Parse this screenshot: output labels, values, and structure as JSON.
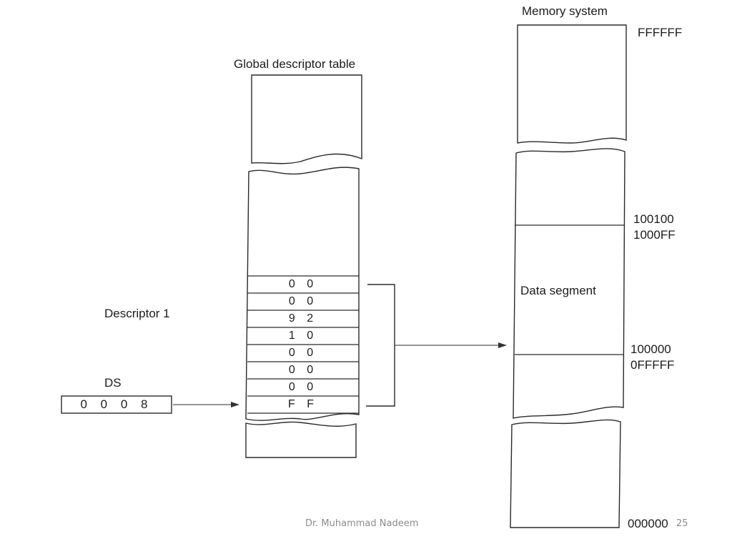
{
  "gdt": {
    "title": "Global descriptor table",
    "descriptor_label": "Descriptor 1",
    "cells": [
      "0 0",
      "0 0",
      "9 2",
      "1 0",
      "0 0",
      "0 0",
      "0 0",
      "F F"
    ]
  },
  "ds": {
    "label": "DS",
    "value": "0 0 0 8"
  },
  "memory": {
    "title": "Memory system",
    "segment_label": "Data segment",
    "addresses": {
      "top": "FFFFFF",
      "seg_end_above": "100100",
      "seg_end": "1000FF",
      "seg_start": "100000",
      "seg_start_below": "0FFFFF",
      "bottom": "000000"
    }
  },
  "footer": {
    "author": "Dr. Muhammad Nadeem",
    "page": "25"
  }
}
